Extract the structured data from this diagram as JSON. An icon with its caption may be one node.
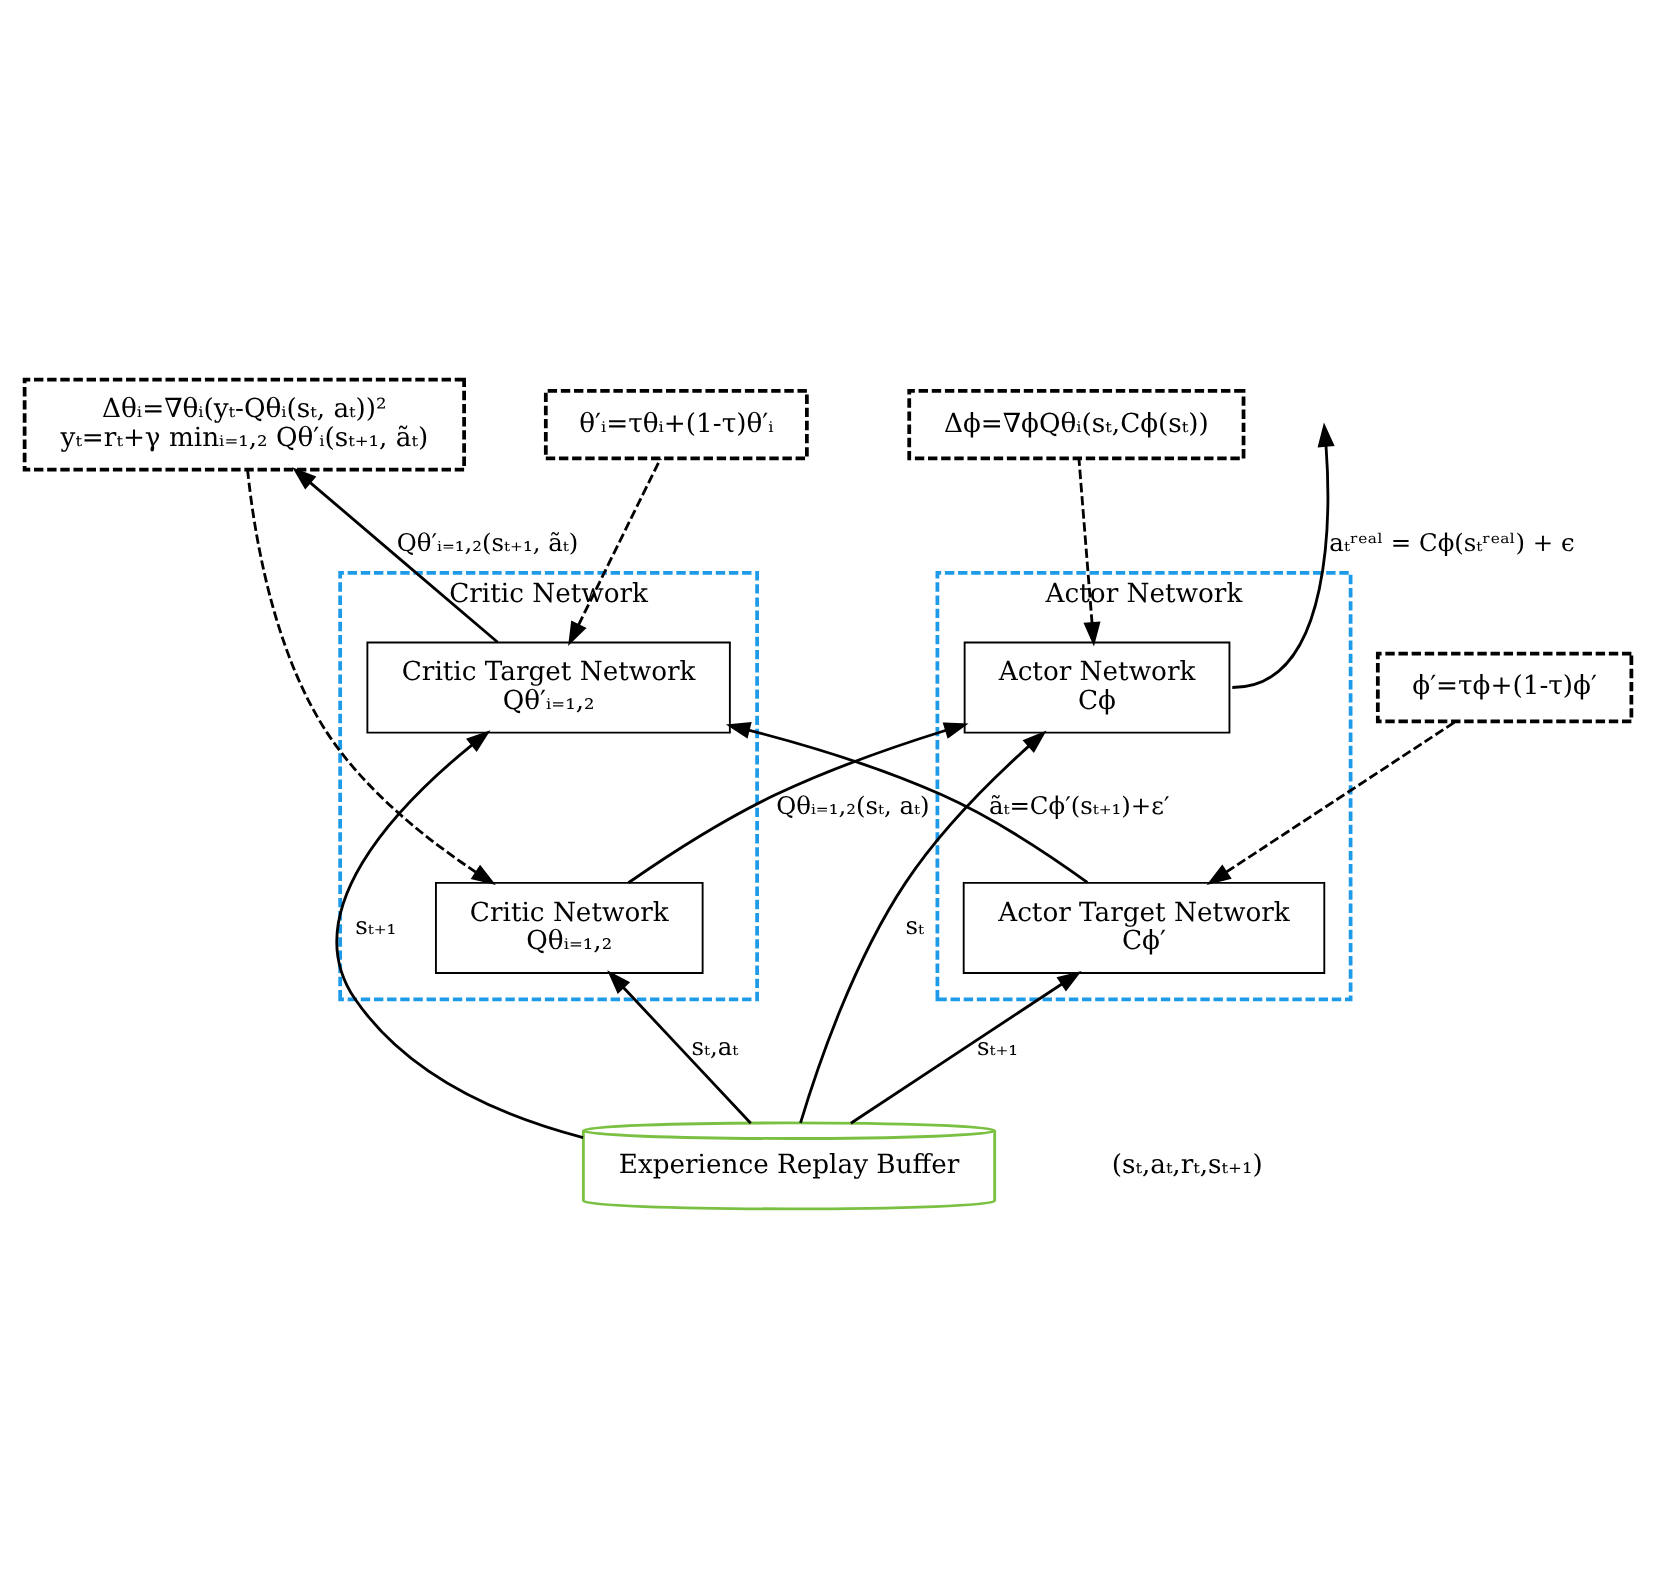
{
  "diagram": {
    "nodes": [
      {
        "text": [
          "Critic Network"
        ]
      },
      {
        "text": [
          "Critic Network",
          "Qθᵢ₌₁,₂"
        ],
        "in": 0
      },
      {
        "text": [
          "Critic Target Network",
          "Qθ′ᵢ₌₁,₂"
        ],
        "in": 0
      },
      {
        "text": [
          "Actor Network"
        ]
      },
      {
        "text": [
          "Actor Target Network",
          "Cϕ′"
        ],
        "in": 3
      },
      {
        "text": [
          "Actor Network",
          "Cϕ"
        ],
        "in": 3
      },
      {
        "text": [
          "Δθᵢ=∇θᵢ(yₜ-Qθᵢ(sₜ, aₜ))²",
          "yₜ=rₜ+γ minᵢ₌₁,₂ Qθ′ᵢ(sₜ₊₁, ãₜ)"
        ]
      },
      {
        "text": [
          "θ′ᵢ=τθᵢ+(1-τ)θ′ᵢ"
        ]
      },
      {
        "text": [
          "ϕ′=τϕ+(1-τ)ϕ′"
        ]
      },
      {
        "text": [
          "Δϕ=∇ϕQθᵢ(sₜ,Cϕ(sₜ))"
        ]
      },
      {
        "text": [
          "Experience Replay Buffer"
        ]
      }
    ],
    "edges": [
      {
        "from": 10,
        "to": 1,
        "arrow": "to",
        "label": "sₜ,aₜ"
      },
      {
        "from": 10,
        "to": 2,
        "arrow": "to",
        "label": "sₜ₊₁"
      },
      {
        "from": 10,
        "to": 4,
        "arrow": "to",
        "label": "sₜ₊₁"
      },
      {
        "from": 10,
        "to": 5,
        "arrow": "to",
        "label": "sₜ"
      },
      {
        "from": 1,
        "to": 5,
        "arrow": "to",
        "label": "Qθᵢ₌₁,₂(sₜ, aₜ)"
      },
      {
        "from": 2,
        "to": 6,
        "arrow": "to",
        "label": "Qθ′ᵢ₌₁,₂(sₜ₊₁, ãₜ)"
      },
      {
        "from": 6,
        "to": 1,
        "arrow": "to",
        "style": "dashed"
      },
      {
        "from": 4,
        "to": 2,
        "arrow": "to",
        "label": "ãₜ=Cϕ′(sₜ₊₁)+ε′"
      },
      {
        "from": 7,
        "to": 2,
        "arrow": "to",
        "style": "dashed"
      },
      {
        "from": 8,
        "to": 4,
        "arrow": "to",
        "style": "dashed"
      },
      {
        "from": 9,
        "to": 5,
        "arrow": "to",
        "style": "dashed"
      },
      {
        "from": 5,
        "to": null,
        "arrow": "to",
        "label": "aₜʳᵉᵃˡ = Cϕ(sₜʳᵉᵃˡ) + ϵ"
      }
    ],
    "labels": [
      "(sₜ,aₜ,rₜ,sₜ₊₁)"
    ]
  }
}
